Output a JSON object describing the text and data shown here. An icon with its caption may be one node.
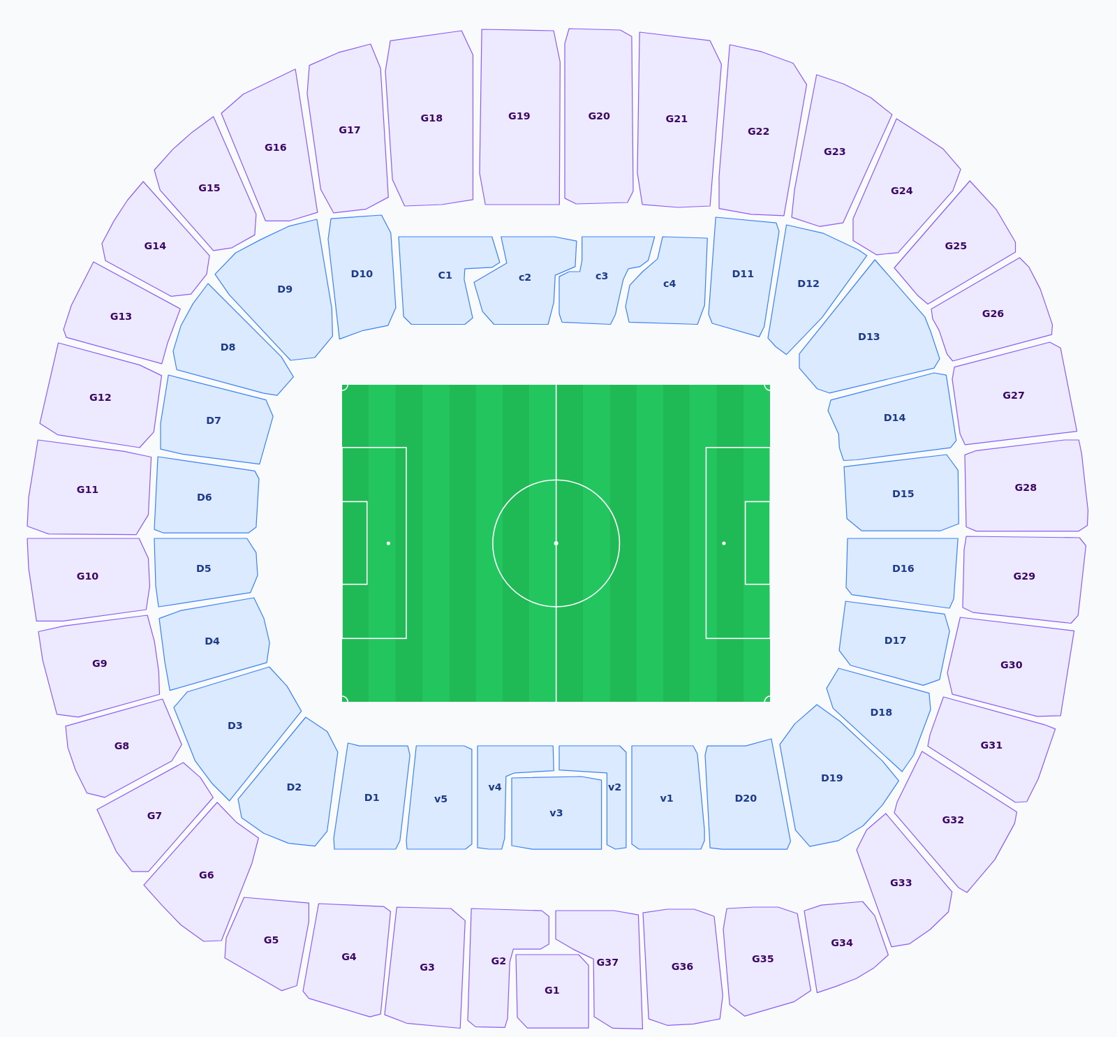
{
  "diagram": {
    "nodes": [
      {
        "text": [
          "G1"
        ]
      },
      {
        "text": [
          "G2"
        ]
      },
      {
        "text": [
          "G3"
        ]
      },
      {
        "text": [
          "G4"
        ]
      },
      {
        "text": [
          "G5"
        ]
      },
      {
        "text": [
          "G6"
        ]
      },
      {
        "text": [
          "G7"
        ]
      },
      {
        "text": [
          "G8"
        ]
      },
      {
        "text": [
          "G9"
        ]
      },
      {
        "text": [
          "G10"
        ]
      },
      {
        "text": [
          "G11"
        ]
      },
      {
        "text": [
          "G12"
        ]
      },
      {
        "text": [
          "G13"
        ]
      },
      {
        "text": [
          "G14"
        ]
      },
      {
        "text": [
          "G15"
        ]
      },
      {
        "text": [
          "G16"
        ]
      },
      {
        "text": [
          "G17"
        ]
      },
      {
        "text": [
          "G18"
        ]
      },
      {
        "text": [
          "G19"
        ]
      },
      {
        "text": [
          "G20"
        ]
      },
      {
        "text": [
          "G21"
        ]
      },
      {
        "text": [
          "G22"
        ]
      },
      {
        "text": [
          "G23"
        ]
      },
      {
        "text": [
          "G24"
        ]
      },
      {
        "text": [
          "G25"
        ]
      },
      {
        "text": [
          "G26"
        ]
      },
      {
        "text": [
          "G27"
        ]
      },
      {
        "text": [
          "G28"
        ]
      },
      {
        "text": [
          "G29"
        ]
      },
      {
        "text": [
          "G30"
        ]
      },
      {
        "text": [
          "G31"
        ]
      },
      {
        "text": [
          "G32"
        ]
      },
      {
        "text": [
          "G33"
        ]
      },
      {
        "text": [
          "G34"
        ]
      },
      {
        "text": [
          "G35"
        ]
      },
      {
        "text": [
          "G36"
        ]
      },
      {
        "text": [
          "G37"
        ]
      },
      {
        "text": [
          "D1"
        ]
      },
      {
        "text": [
          "D2"
        ]
      },
      {
        "text": [
          "D3"
        ]
      },
      {
        "text": [
          "D4"
        ]
      },
      {
        "text": [
          "D5"
        ]
      },
      {
        "text": [
          "D6"
        ]
      },
      {
        "text": [
          "D7"
        ]
      },
      {
        "text": [
          "D8"
        ]
      },
      {
        "text": [
          "D9"
        ]
      },
      {
        "text": [
          "D10"
        ]
      },
      {
        "text": [
          "D11"
        ]
      },
      {
        "text": [
          "D12"
        ]
      },
      {
        "text": [
          "D13"
        ]
      },
      {
        "text": [
          "D14"
        ]
      },
      {
        "text": [
          "D15"
        ]
      },
      {
        "text": [
          "D16"
        ]
      },
      {
        "text": [
          "D17"
        ]
      },
      {
        "text": [
          "D18"
        ]
      },
      {
        "text": [
          "D19"
        ]
      },
      {
        "text": [
          "D20"
        ]
      },
      {
        "text": [
          "C1"
        ]
      },
      {
        "text": [
          "c2"
        ]
      },
      {
        "text": [
          "c3"
        ]
      },
      {
        "text": [
          "c4"
        ]
      },
      {
        "text": [
          "v1"
        ]
      },
      {
        "text": [
          "v2"
        ]
      },
      {
        "text": [
          "v3"
        ]
      },
      {
        "text": [
          "v4"
        ]
      },
      {
        "text": [
          "v5"
        ]
      }
    ]
  }
}
